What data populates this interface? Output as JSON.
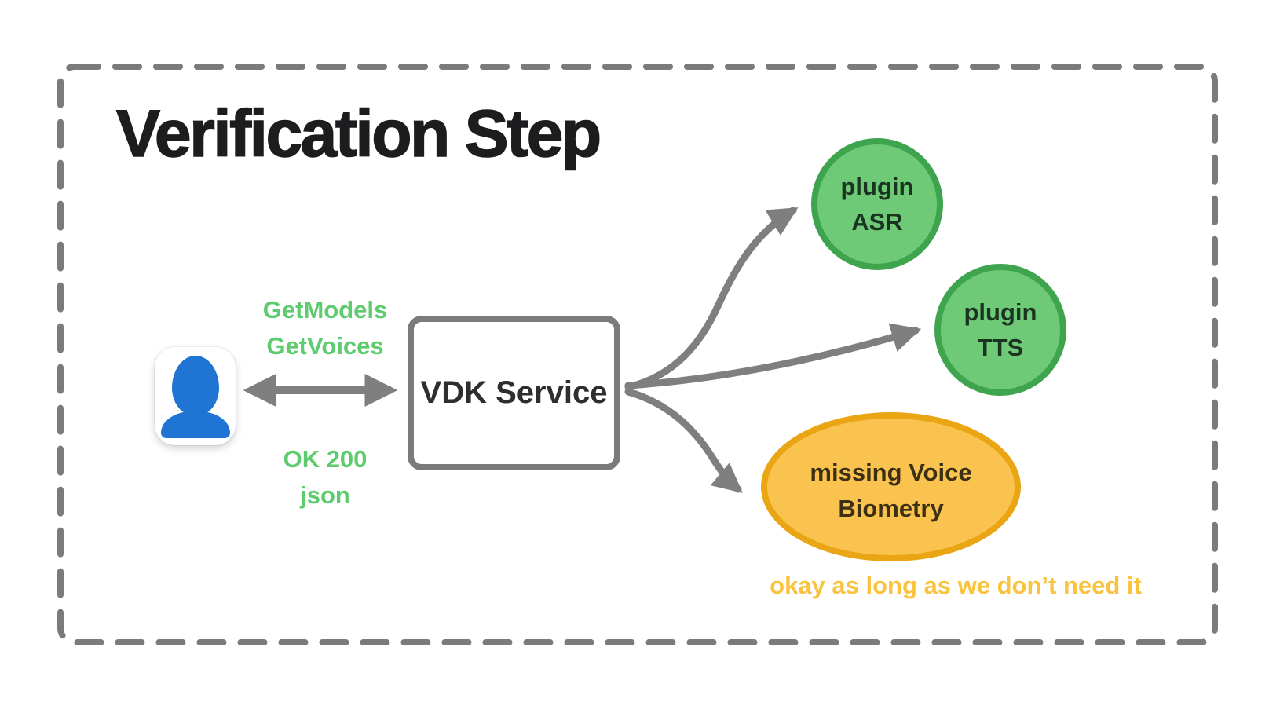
{
  "diagram": {
    "title": "Verification Step",
    "actor": {
      "icon": "person-silhouette",
      "color": "#2074d4"
    },
    "request_labels": [
      "GetModels",
      "GetVoices"
    ],
    "response_labels": [
      "OK 200",
      "json"
    ],
    "service": {
      "label": "VDK Service"
    },
    "nodes": [
      {
        "id": "plugin-asr",
        "shape": "circle",
        "status": "present",
        "label_lines": [
          "plugin",
          "ASR"
        ]
      },
      {
        "id": "plugin-tts",
        "shape": "circle",
        "status": "present",
        "label_lines": [
          "plugin",
          "TTS"
        ]
      },
      {
        "id": "voice-biometry",
        "shape": "ellipse",
        "status": "missing",
        "label_lines": [
          "missing Voice",
          "Biometry"
        ]
      }
    ],
    "caption": "okay as long as we don’t need it",
    "colors": {
      "frame_gray": "#7b7b7b",
      "arrow_gray": "#7f7f7f",
      "label_green": "#5ecb6e",
      "node_green_fill": "#6eca77",
      "node_green_border": "#3fa44e",
      "node_green_text": "#1b3421",
      "node_amber_fill": "#fac350",
      "node_amber_border": "#e9a513",
      "node_amber_text": "#3b3013",
      "caption_amber": "#fbc23d",
      "title_black": "#1d1d1f",
      "actor_blue": "#2074d4"
    }
  }
}
